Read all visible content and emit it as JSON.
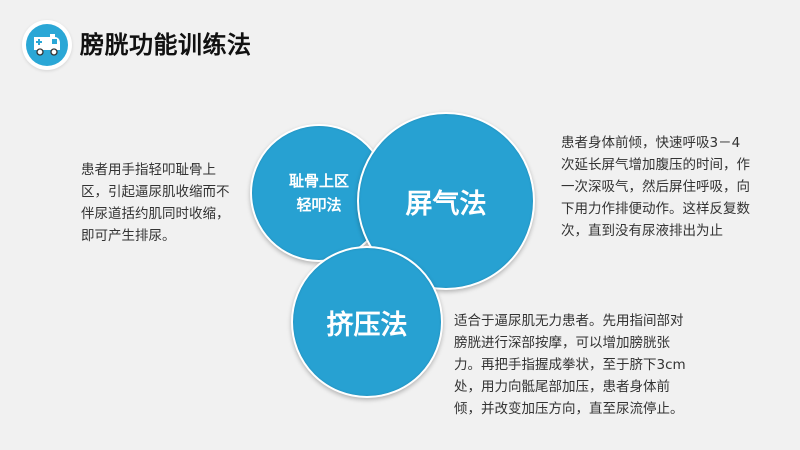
{
  "header": {
    "icon": "ambulance-icon",
    "title": "膀胱功能训练法"
  },
  "colors": {
    "background": "#f1f1f1",
    "circle_fill": "#27a1d2",
    "icon_fill": "#2aa7d6",
    "text": "#333333"
  },
  "methods": [
    {
      "name_lines": [
        "耻骨上区",
        "轻叩法"
      ],
      "description": "患者用手指轻叩耻骨上区，引起逼尿肌收缩而不伴尿道括约肌同时收缩，即可产生排尿。"
    },
    {
      "name": "屏气法",
      "description": "患者身体前倾，快速呼吸3－4次延长屏气增加腹压的时间，作一次深吸气，然后屏住呼吸，向下用力作排便动作。这样反复数次，直到没有尿液排出为止"
    },
    {
      "name": "挤压法",
      "description": "适合于逼尿肌无力患者。先用指间部对膀胱进行深部按摩，可以增加膀胱张力。再把手指握成拳状，至于脐下3cm处，用力向骶尾部加压，患者身体前倾，并改变加压方向，直至尿流停止。"
    }
  ]
}
